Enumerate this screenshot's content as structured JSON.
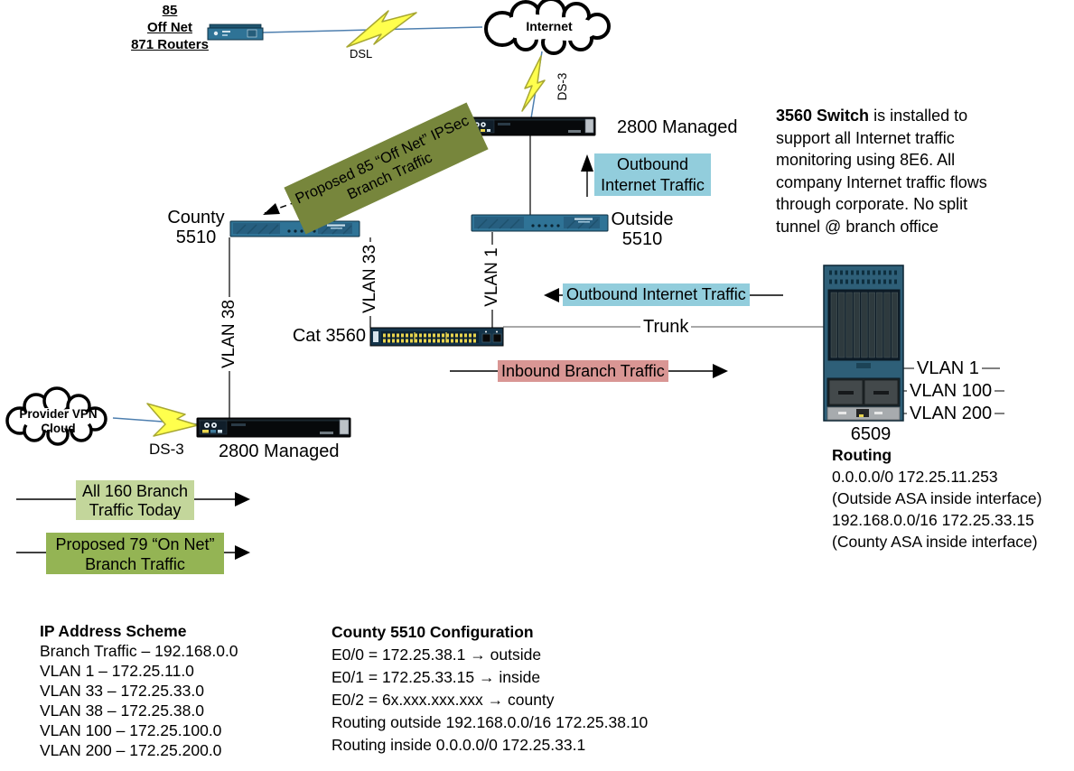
{
  "offnet": {
    "line1": "85",
    "line2": "Off Net",
    "line3": "871 Routers"
  },
  "links": {
    "dsl": "DSL",
    "ds3_top": "DS-3",
    "ds3_bottom": "DS-3",
    "trunk": "Trunk"
  },
  "clouds": {
    "internet": "Internet",
    "provider_line1": "Provider VPN",
    "provider_line2": "Cloud"
  },
  "devices": {
    "router_top": "2800 Managed",
    "router_bottom": "2800 Managed",
    "county_line1": "County",
    "county_line2": "5510",
    "outside_line1": "Outside",
    "outside_line2": "5510",
    "cat3560": "Cat 3560",
    "c6509": "6509"
  },
  "vlans": {
    "v38": "VLAN 38",
    "v33": "VLAN 33",
    "v1": "VLAN 1",
    "right1": "VLAN 1",
    "right100": "VLAN 100",
    "right200": "VLAN 200"
  },
  "flows": {
    "outbound_top_line1": "Outbound",
    "outbound_top_line2": "Internet Traffic",
    "outbound_mid": "Outbound Internet Traffic",
    "inbound": "Inbound Branch Traffic",
    "banner_line1": "Proposed 85 “Off Net” IPSec",
    "banner_line2": "Branch Traffic",
    "all160_line1": "All 160 Branch",
    "all160_line2": "Traffic Today",
    "proposed79_line1": "Proposed 79 “On Net”",
    "proposed79_line2": "Branch Traffic"
  },
  "note3560": {
    "bold": "3560 Switch",
    "rest": " is installed to support all Internet traffic monitoring using 8E6. All company Internet traffic flows through corporate. No split tunnel @ branch office"
  },
  "routing": {
    "title": "Routing",
    "lines": [
      "0.0.0.0/0 172.25.11.253",
      "(Outside ASA inside interface)",
      "192.168.0.0/16 172.25.33.15",
      "(County ASA inside interface)"
    ]
  },
  "ip_scheme": {
    "title": "IP Address Scheme",
    "lines": [
      "Branch Traffic – 192.168.0.0",
      "VLAN 1 – 172.25.11.0",
      "VLAN 33 – 172.25.33.0",
      "VLAN 38 – 172.25.38.0",
      "VLAN 100 – 172.25.100.0",
      "VLAN 200 – 172.25.200.0"
    ]
  },
  "county_config": {
    "title": "County 5510 Configuration",
    "lines": [
      "E0/0 = 172.25.38.1 → outside",
      "E0/1 = 172.25.33.15 → inside",
      "E0/2 = 6x.xxx.xxx.xxx → county",
      "Routing outside 192.168.0.0/16 172.25.38.10",
      "Routing inside 0.0.0.0/0 172.25.33.1"
    ]
  },
  "colors": {
    "flow_blue": "#92CDDC",
    "flow_pink": "#D99694",
    "banner_olive": "#77863C",
    "green_light": "#C3D69B",
    "green_medium": "#94B454",
    "device_teal": "#2F7396",
    "chassis_teal": "#2E5F78",
    "bolt_yellow": "#FFFF4D",
    "link_blue": "#4E7FAF"
  }
}
